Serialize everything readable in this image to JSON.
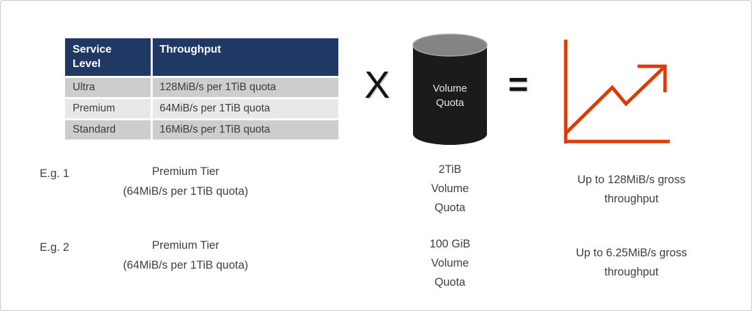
{
  "colors": {
    "header-bg": "#1f3864",
    "header-text": "#ffffff",
    "row-dark": "#cecccc",
    "row-light": "#e9e8e8",
    "row-text": "#3b3b3b",
    "body-text": "#3f3f3f",
    "symbol": "#141414",
    "cylinder-body": "#1b1b1b",
    "cylinder-top": "#848484",
    "cylinder-text": "#e8e8e8",
    "chart-orange": "#d93b01",
    "page-border": "#c9c9c9",
    "page-bg": "#ffffff"
  },
  "table": {
    "headers": {
      "service_level": "Service Level",
      "throughput": "Throughput"
    },
    "rows": [
      {
        "service_level": "Ultra",
        "throughput": "128MiB/s per 1TiB quota"
      },
      {
        "service_level": "Premium",
        "throughput": "64MiB/s per 1TiB quota"
      },
      {
        "service_level": "Standard",
        "throughput": "16MiB/s per 1TiB quota"
      }
    ]
  },
  "formula": {
    "multiply": "X",
    "equals": "=",
    "cylinder_label": "Volume\nQuota"
  },
  "examples": [
    {
      "label": "E.g. 1",
      "tier": "Premium Tier",
      "tier_detail": "(64MiB/s per 1TiB quota)",
      "quota": "2TiB\nVolume\nQuota",
      "result": "Up to 128MiB/s gross\nthroughput"
    },
    {
      "label": "E.g. 2",
      "tier": "Premium Tier",
      "tier_detail": "(64MiB/s per 1TiB quota)",
      "quota": "100 GiB\nVolume\nQuota",
      "result": "Up to 6.25MiB/s gross\nthroughput"
    }
  ]
}
